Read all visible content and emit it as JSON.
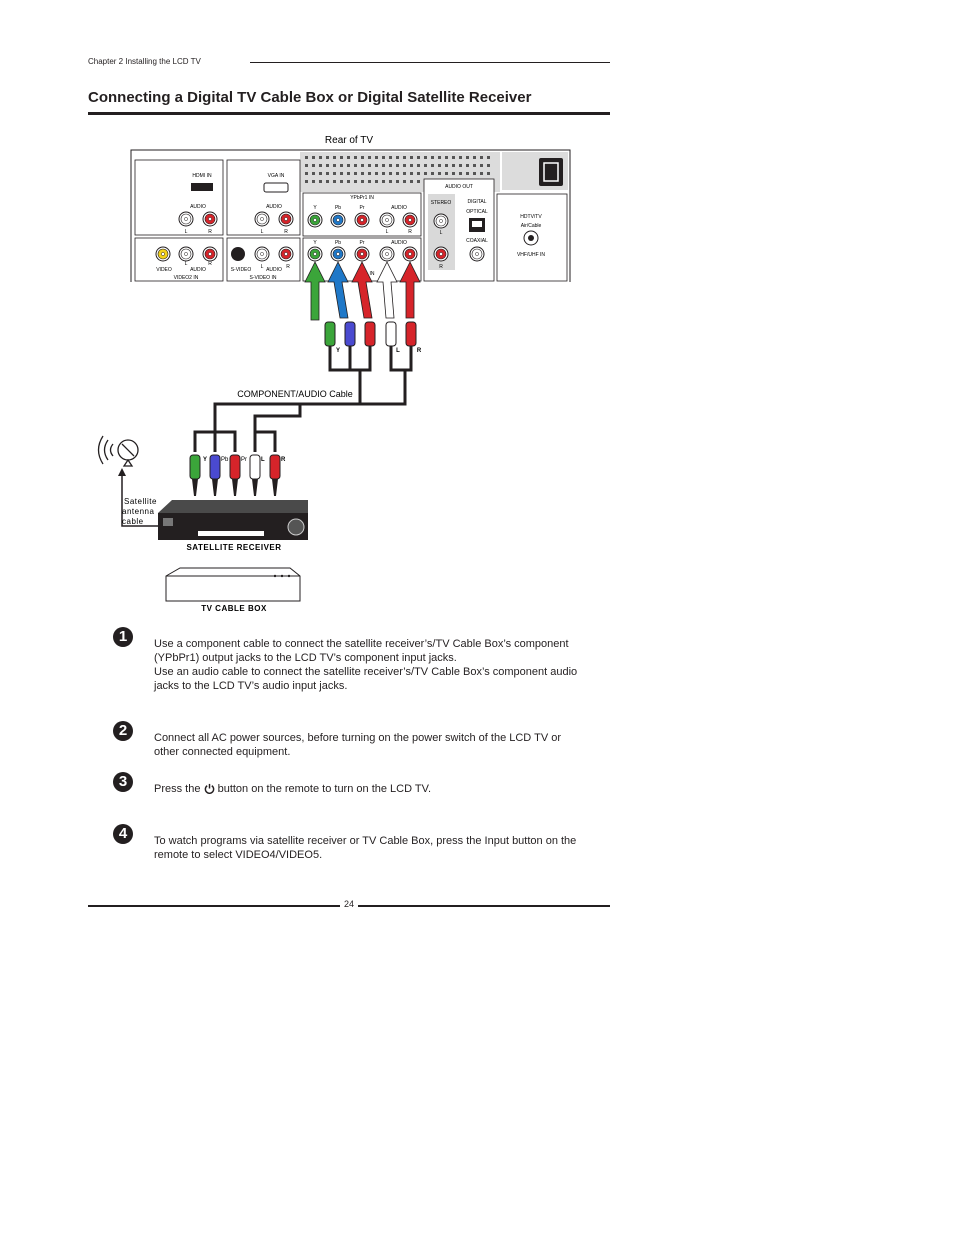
{
  "header": {
    "chapter": "Chapter 2 Installing the LCD TV"
  },
  "title": "Connecting a Digital TV Cable Box or Digital Satellite Receiver",
  "diagram": {
    "rear_label": "Rear of TV",
    "hdmi_in": "HDMI IN",
    "vga_in": "VGA IN",
    "audio": "AUDIO",
    "l": "L",
    "r": "R",
    "ypbpr1_in": "YPbPr1 IN",
    "y": "Y",
    "pb": "Pb",
    "pr": "Pr",
    "in_fragment": "IN",
    "video": "VIDEO",
    "video2_in": "VIDEO2 IN",
    "s_video": "S-VIDEO",
    "s_video_in": "S-VIDEO IN",
    "audio_out": "AUDIO OUT",
    "stereo": "STEREO",
    "digital": "DIGITAL",
    "optical": "OPTICAL",
    "coaxial": "COAXIAL",
    "hdtv": "HDTV/TV",
    "air_cable": "Air/Cable",
    "vhf": "VHF/UHF IN",
    "cable_label": "COMPONENT/AUDIO Cable",
    "satellite_antenna_lines": [
      "Satellite",
      "antenna",
      "cable"
    ],
    "satellite_receiver": "SATELLITE RECEIVER",
    "tv_cable_box": "TV CABLE BOX"
  },
  "steps": [
    {
      "icon": "1",
      "lines": [
        "Use a component cable to connect the satellite receiver’s/TV Cable Box’s component",
        "(YPbPr1) output jacks to the LCD TV’s component input jacks.",
        "Use an audio cable to connect the satellite receiver’s/TV Cable Box’s component audio",
        "jacks to the LCD TV’s audio input jacks."
      ]
    },
    {
      "icon": "2",
      "lines": [
        "Connect all AC power sources, before turning on the power switch of the LCD TV or",
        "other connected equipment."
      ]
    },
    {
      "icon": "3",
      "before": "Press the ",
      "after": " button on the remote to turn on the LCD TV."
    },
    {
      "icon": "4",
      "lines": [
        "To watch programs via satellite receiver or TV Cable Box, press the Input button on the",
        "remote to select VIDEO4/VIDEO5."
      ]
    }
  ],
  "footer": {
    "page_number": "24"
  },
  "colors": {
    "green": "#3ba53a",
    "blue": "#1f78c8",
    "red": "#d6242a",
    "white": "#ffffff",
    "yellow": "#f4d21a",
    "dark": "#231f20"
  }
}
